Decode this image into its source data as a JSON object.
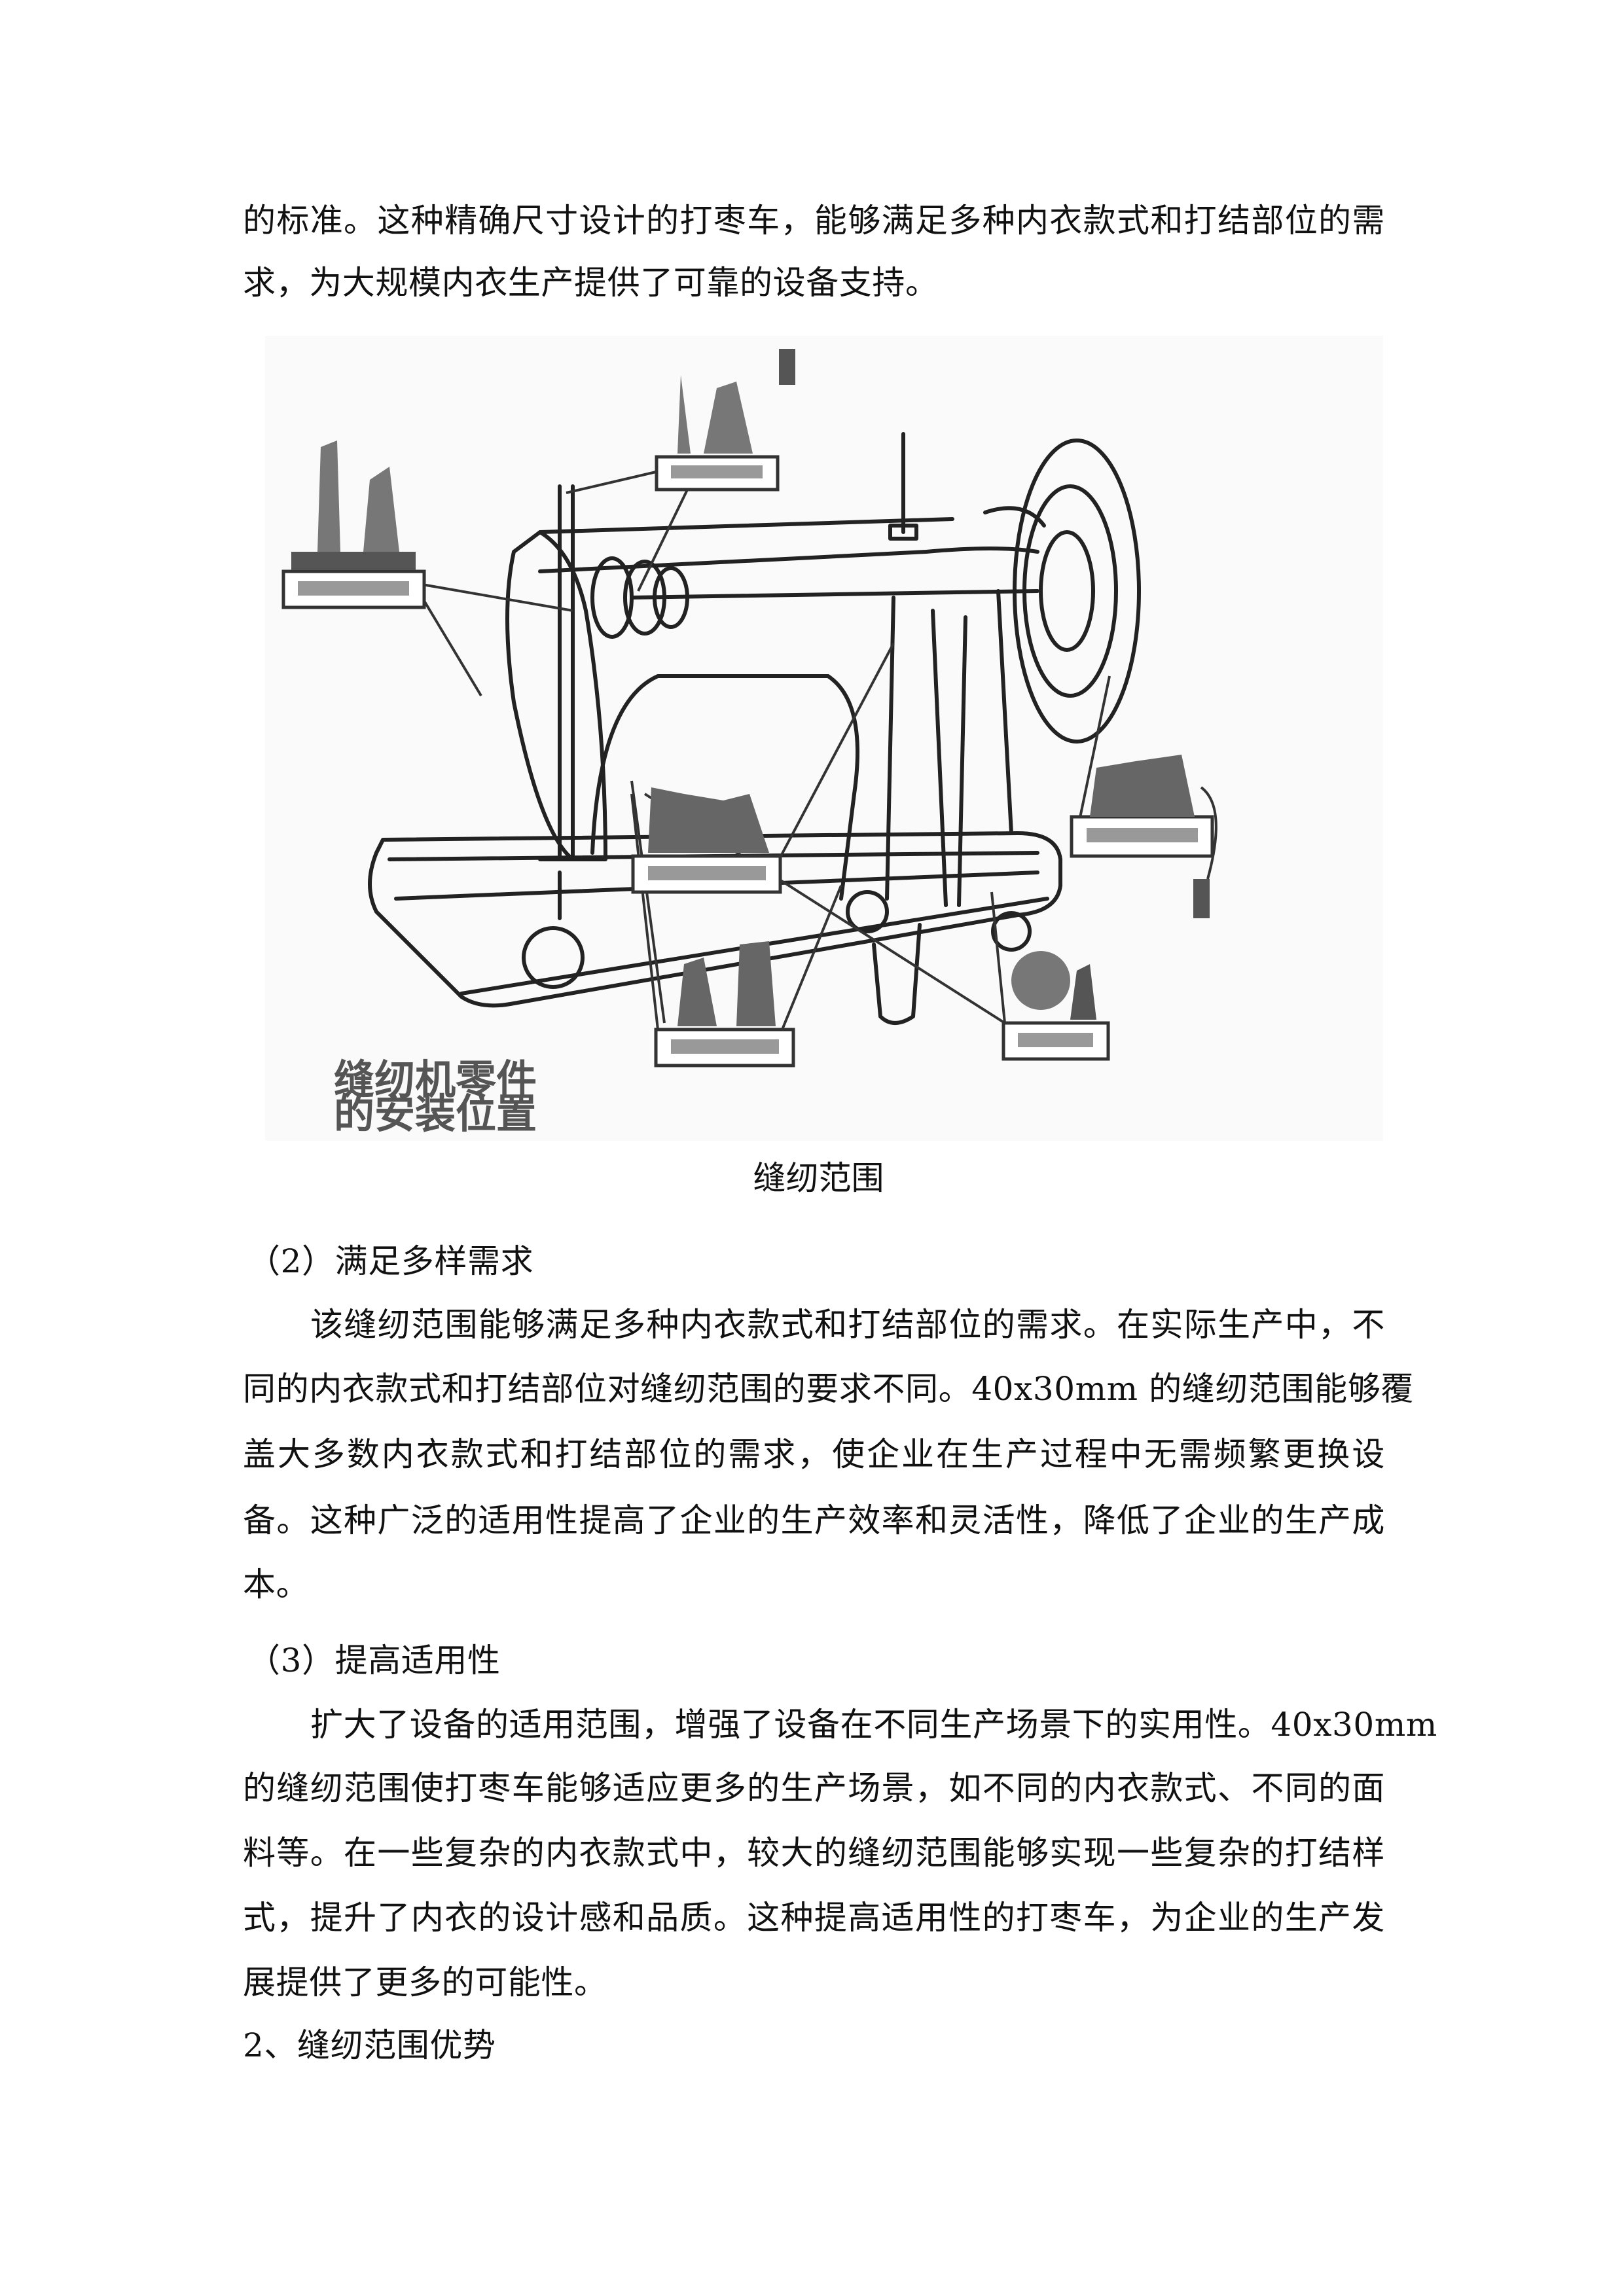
{
  "page": {
    "intro_lines": [
      "的标准。这种精确尺寸设计的打枣车，能够满足多种内衣款式和打结部位的需",
      "求，为大规模内衣生产提供了可靠的设备支持。"
    ],
    "figure": {
      "description": "sewing machine line drawing with callout boxes",
      "overlay_text_line1": "缝纫机零件",
      "overlay_text_line2": "的安装位置",
      "callouts": [
        "callout-top-left",
        "callout-top-center",
        "callout-right",
        "callout-center",
        "callout-bottom-center",
        "callout-bottom-right"
      ],
      "caption": "缝纫范围"
    },
    "section_2": {
      "heading": "（2）满足多样需求",
      "lines": [
        "该缝纫范围能够满足多种内衣款式和打结部位的需求。在实际生产中，不",
        "同的内衣款式和打结部位对缝纫范围的要求不同。40x30mm 的缝纫范围能够覆",
        "盖大多数内衣款式和打结部位的需求，使企业在生产过程中无需频繁更换设",
        "备。这种广泛的适用性提高了企业的生产效率和灵活性，降低了企业的生产成",
        "本。"
      ]
    },
    "section_3": {
      "heading": "（3）提高适用性",
      "lines": [
        "扩大了设备的适用范围，增强了设备在不同生产场景下的实用性。40x30mm",
        "的缝纫范围使打枣车能够适应更多的生产场景，如不同的内衣款式、不同的面",
        "料等。在一些复杂的内衣款式中，较大的缝纫范围能够实现一些复杂的打结样",
        "式，提升了内衣的设计感和品质。这种提高适用性的打枣车，为企业的生产发",
        "展提供了更多的可能性。"
      ]
    },
    "next_heading": "2、缝纫范围优势"
  }
}
